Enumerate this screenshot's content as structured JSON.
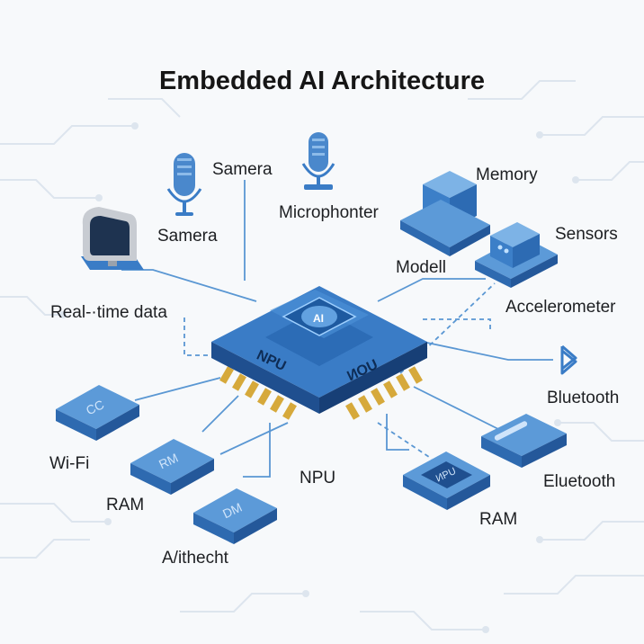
{
  "title": "Embedded AI Architecture",
  "labels": {
    "samera_top": "Samera",
    "samera_left": "Samera",
    "microphone": "Microphonter",
    "memory": "Memory",
    "sensors": "Sensors",
    "modell": "Modell",
    "accelerometer": "Accelerometer",
    "realtime": "Real-·time data",
    "bluetooth_right": "Bluetooth",
    "eluetooth": "Eluetooth",
    "wifi": "Wi-Fi",
    "ram_left": "RAM",
    "npu": "NPU",
    "ram_right": "RAM",
    "alithecht": "A/ithecht"
  },
  "chip": {
    "left_text": "NPU",
    "right_text": "ИOU",
    "core_text": "AI"
  },
  "modules": {
    "cc": "CC",
    "rm": "RM",
    "dm": "DM",
    "npu_small": "ИPU"
  },
  "colors": {
    "accent": "#3a7cc6",
    "dark_blue": "#1f4f8f",
    "pin_gold": "#d6a93b",
    "line": "#5a97d3"
  }
}
